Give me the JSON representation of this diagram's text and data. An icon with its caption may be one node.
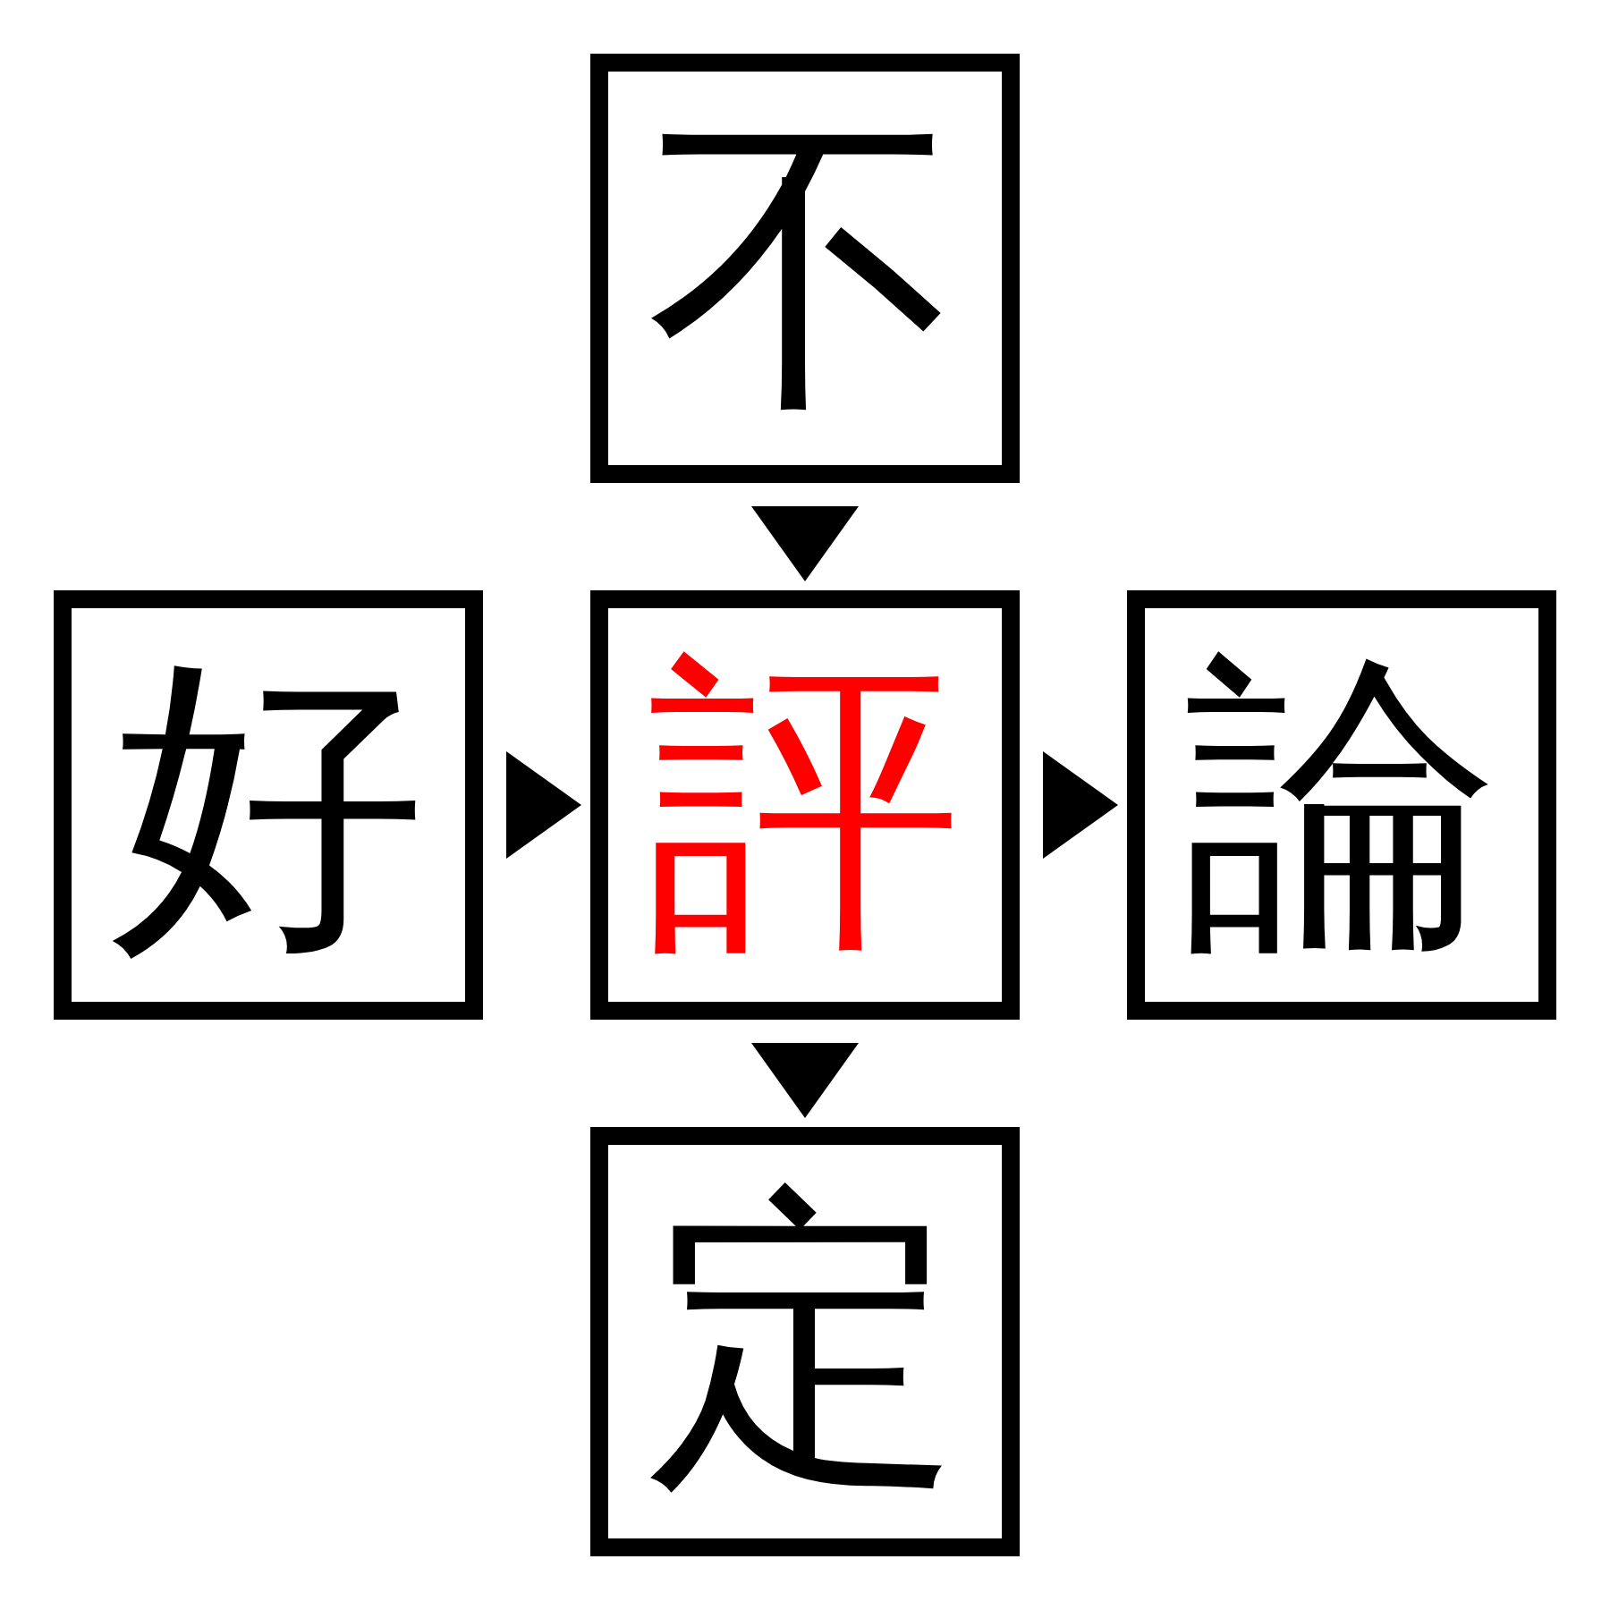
{
  "diagram": {
    "nodes": [
      {
        "text": [
          "不"
        ]
      },
      {
        "text": [
          "好"
        ]
      },
      {
        "text": [
          "評"
        ]
      },
      {
        "text": [
          "論"
        ]
      },
      {
        "text": [
          "定"
        ]
      }
    ],
    "edges": [
      {
        "from": 0,
        "to": 2,
        "arrow": "to"
      },
      {
        "from": 1,
        "to": 2,
        "arrow": "to"
      },
      {
        "from": 2,
        "to": 3,
        "arrow": "to"
      },
      {
        "from": 2,
        "to": 4,
        "arrow": "to"
      }
    ]
  }
}
